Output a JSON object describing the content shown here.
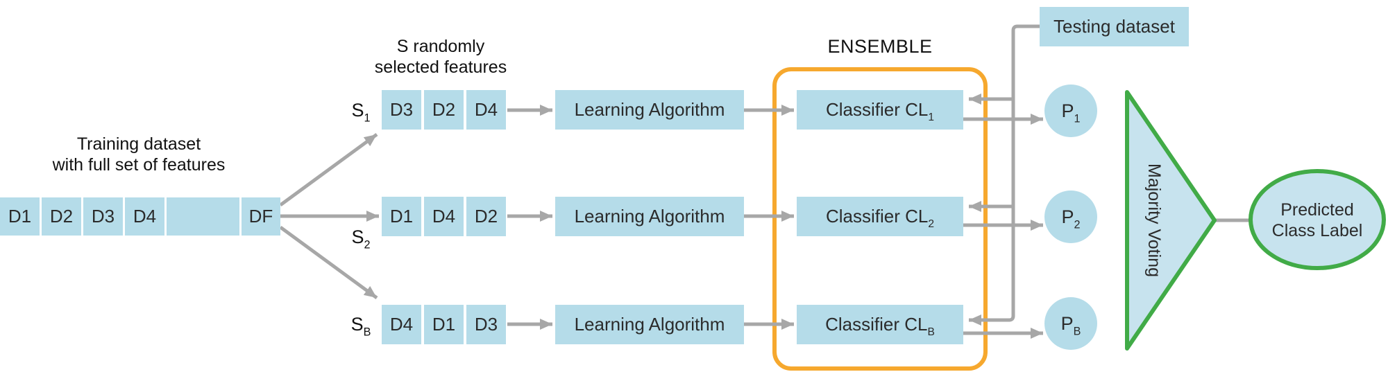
{
  "colors": {
    "box-fill": "#b5dce9",
    "shape-fill": "#c7e3ee",
    "green": "#41ab47",
    "orange": "#f6a82e",
    "line": "#a7a7a7",
    "text": "#1d1d1d"
  },
  "training": {
    "title": "Training dataset\nwith full set of features",
    "cells": [
      "D1",
      "D2",
      "D3",
      "D4",
      "",
      "DF"
    ]
  },
  "selection": {
    "title": "S randomly\nselected features"
  },
  "ensemble": {
    "label": "ENSEMBLE"
  },
  "testing": {
    "label": "Testing dataset"
  },
  "rows": [
    {
      "s_base": "S",
      "s_sub": "1",
      "features": [
        "D3",
        "D2",
        "D4"
      ],
      "algorithm": "Learning Algorithm",
      "classifier_base": "Classifier CL",
      "classifier_sub": "1",
      "p_base": "P",
      "p_sub": "1"
    },
    {
      "s_base": "S",
      "s_sub": "2",
      "features": [
        "D1",
        "D4",
        "D2"
      ],
      "algorithm": "Learning Algorithm",
      "classifier_base": "Classifier CL",
      "classifier_sub": "2",
      "p_base": "P",
      "p_sub": "2"
    },
    {
      "s_base": "S",
      "s_sub": "B",
      "features": [
        "D4",
        "D1",
        "D3"
      ],
      "algorithm": "Learning Algorithm",
      "classifier_base": "Classifier CL",
      "classifier_sub": "B",
      "p_base": "P",
      "p_sub": "B"
    }
  ],
  "voting": {
    "label": "Majority Voting"
  },
  "prediction": {
    "label": "Predicted\nClass Label"
  }
}
